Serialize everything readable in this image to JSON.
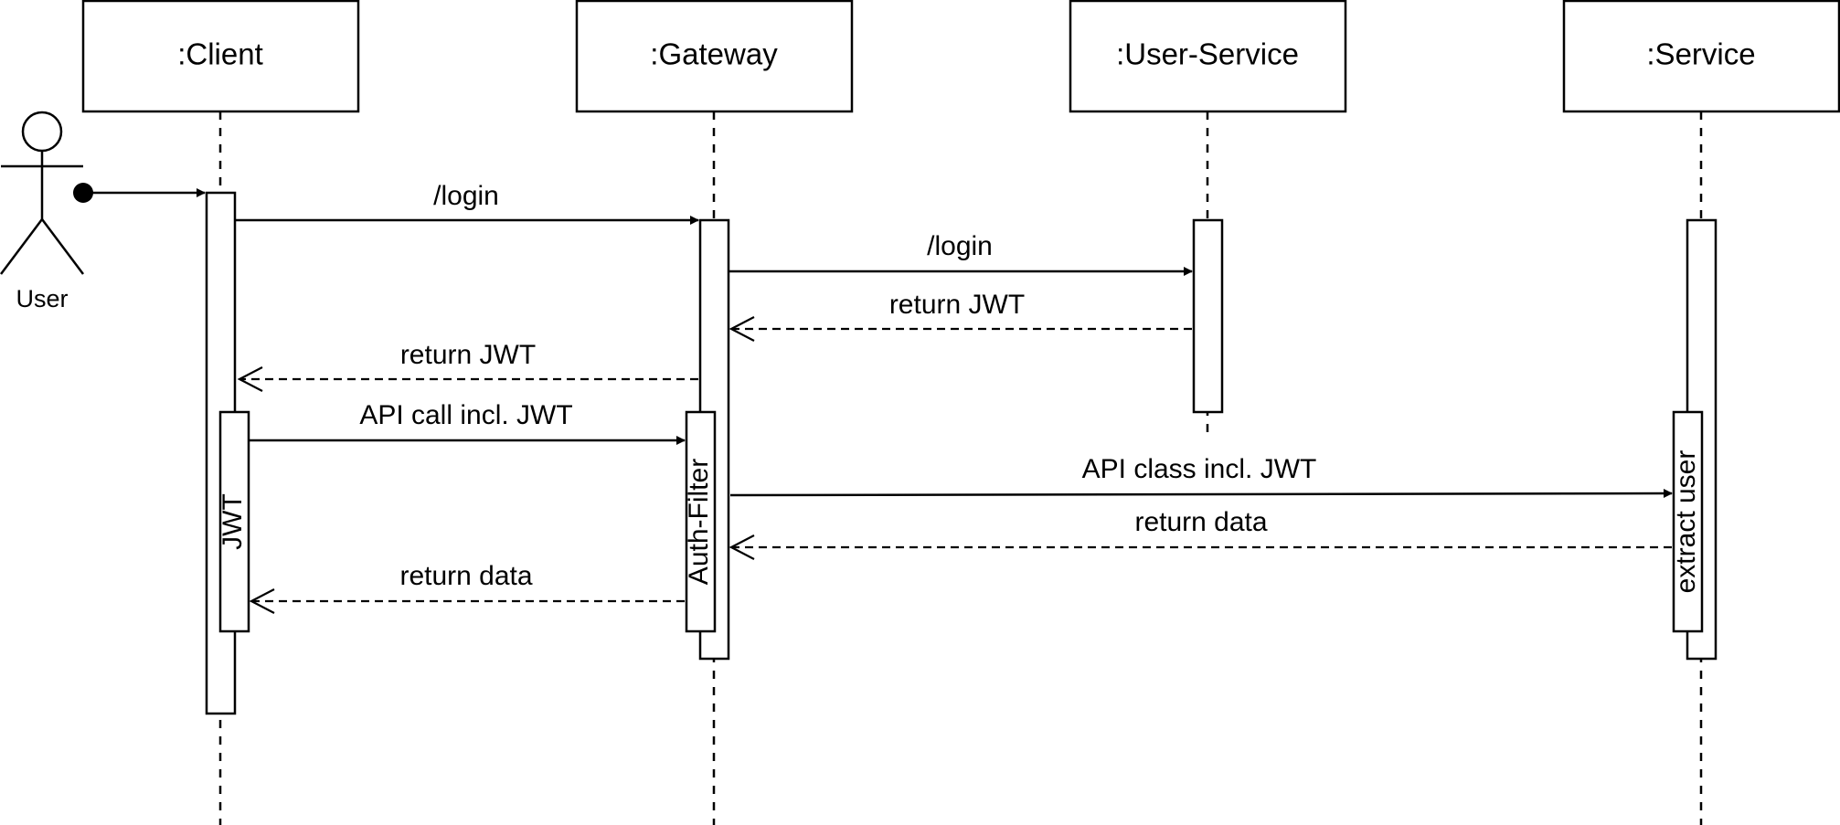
{
  "diagram": {
    "actor": {
      "label": "User"
    },
    "participants": [
      {
        "name": ":Client"
      },
      {
        "name": ":Gateway"
      },
      {
        "name": ":User-Service"
      },
      {
        "name": ":Service"
      }
    ],
    "activation_labels": {
      "client_inner": "JWT",
      "gateway_inner": "Auth-Filter",
      "service_inner": "extract user"
    },
    "messages": [
      {
        "label": "",
        "kind": "found-sync"
      },
      {
        "label": "/login",
        "kind": "sync"
      },
      {
        "label": "/login",
        "kind": "sync"
      },
      {
        "label": "return JWT",
        "kind": "return"
      },
      {
        "label": "return JWT",
        "kind": "return"
      },
      {
        "label": "API call incl. JWT",
        "kind": "sync"
      },
      {
        "label": "API class incl. JWT",
        "kind": "sync"
      },
      {
        "label": "return data",
        "kind": "return"
      },
      {
        "label": "return data",
        "kind": "return"
      }
    ]
  }
}
